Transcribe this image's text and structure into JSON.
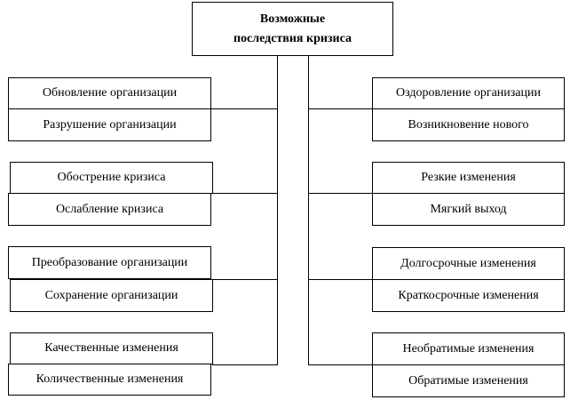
{
  "root": {
    "line1": "Возможные",
    "line2": "последствия кризиса"
  },
  "left": [
    [
      "Обновление организации",
      "Разрушение организации"
    ],
    [
      "Обострение кризиса",
      "Ослабление кризиса"
    ],
    [
      "Преобразование организации",
      "Сохранение организации"
    ],
    [
      "Качественные изменения",
      "Количественные изменения"
    ]
  ],
  "right": [
    [
      "Оздоровление организации",
      "Возникновение нового"
    ],
    [
      "Резкие изменения",
      "Мягкий выход"
    ],
    [
      "Долгосрочные изменения",
      "Краткосрочные изменения"
    ],
    [
      "Необратимые изменения",
      "Обратимые изменения"
    ]
  ]
}
